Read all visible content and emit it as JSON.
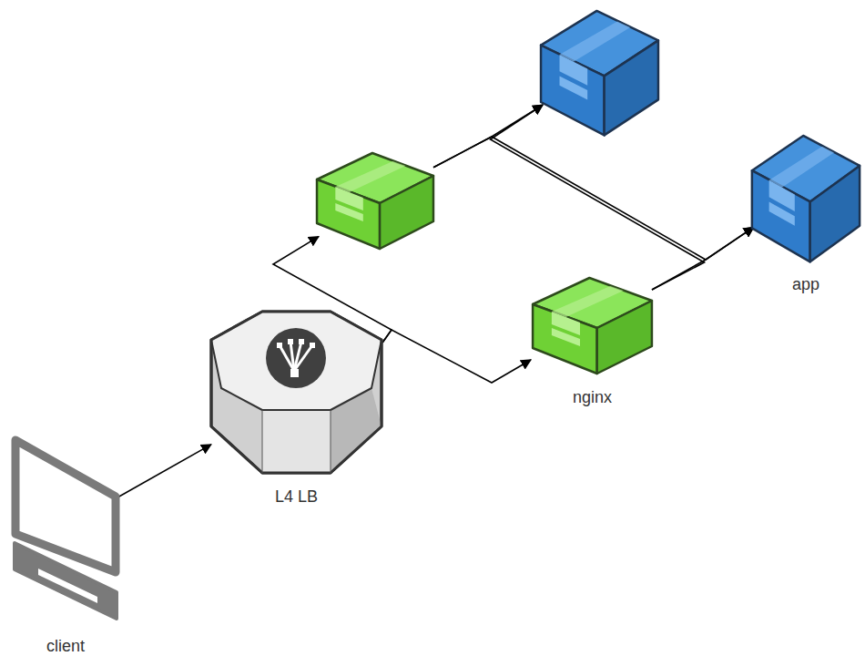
{
  "diagram": {
    "nodes": [
      {
        "text": [
          "client"
        ]
      },
      {
        "text": [
          "L4 LB"
        ]
      },
      {
        "text": []
      },
      {
        "text": [
          "nginx"
        ]
      },
      {
        "text": []
      },
      {
        "text": [
          "app"
        ]
      }
    ],
    "edges": [
      {
        "from": 0,
        "to": 1,
        "arrow": "to"
      },
      {
        "from": 1,
        "to": 2,
        "arrow": "to"
      },
      {
        "from": 1,
        "to": 3,
        "arrow": "to"
      },
      {
        "from": 2,
        "to": 4,
        "arrow": "to"
      },
      {
        "from": 2,
        "to": 5,
        "arrow": "to"
      },
      {
        "from": 3,
        "to": 4,
        "arrow": "to"
      },
      {
        "from": 3,
        "to": 5,
        "arrow": "to"
      }
    ]
  }
}
